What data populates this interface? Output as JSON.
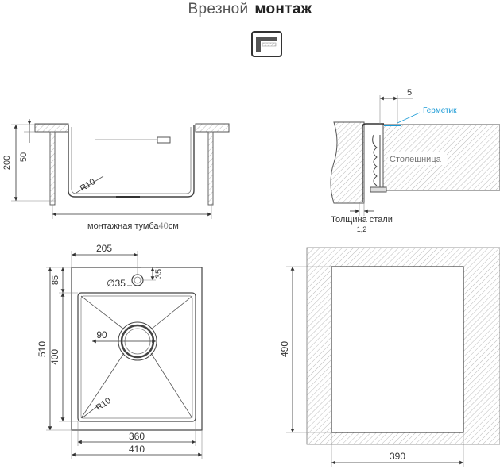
{
  "title": {
    "light": "Врезной",
    "bold": "монтаж"
  },
  "icon": "undermount-icon",
  "section_view": {
    "dim_height": "200",
    "dim_depth": "50",
    "dim_radius": "R10",
    "caption_prefix": "монтажная тумба",
    "caption_size": "40",
    "caption_unit": "см"
  },
  "detail_view": {
    "dim_gap": "5",
    "sealant_label": "Герметик",
    "countertop_label": "Столешница",
    "steel_label": "Толщина стали",
    "steel_value": "1,2"
  },
  "plan_view": {
    "dim_top_offset": "205",
    "dim_tap_hole": "∅35",
    "dim_tap_offset": "35",
    "dim_rim": "85",
    "dim_total_depth": "510",
    "dim_bowl_depth": "400",
    "dim_drain": "90",
    "dim_radius": "R10",
    "dim_bowl_width": "360",
    "dim_total_width": "410"
  },
  "cutout_view": {
    "dim_height": "490",
    "dim_width": "390"
  },
  "colors": {
    "line": "#4a4a4a",
    "sealant": "#1a9ad6",
    "hatch": "#9a9a9a"
  }
}
